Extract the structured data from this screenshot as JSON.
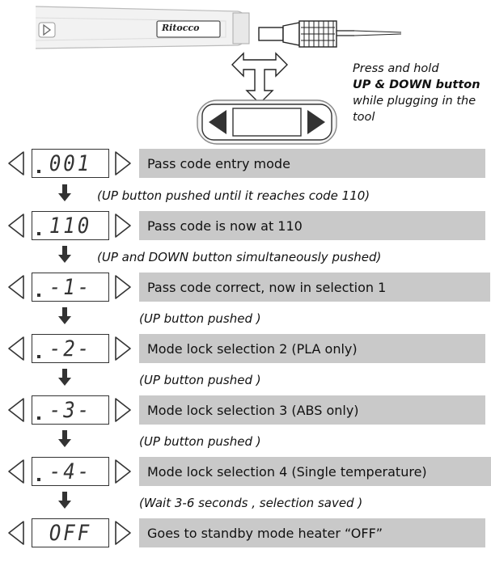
{
  "illustration": {
    "brand": "Ritocco",
    "instruction_line1": "Press and hold",
    "instruction_bold": "UP & DOWN button",
    "instruction_rest": "while plugging in the tool"
  },
  "steps": [
    {
      "display": "001",
      "dot": true,
      "label": "Pass code entry mode",
      "note": "(UP button pushed until it reaches code 110)"
    },
    {
      "display": "110",
      "dot": true,
      "label": "Pass code is now at 110",
      "note": "(UP and DOWN button simultaneously pushed)"
    },
    {
      "display": "-1-",
      "dot": true,
      "label": "Pass code correct, now in selection 1",
      "note": "(UP button pushed )"
    },
    {
      "display": "-2-",
      "dot": true,
      "label": "Mode lock  selection 2 (PLA  only)",
      "note": "(UP button pushed )"
    },
    {
      "display": "-3-",
      "dot": true,
      "label": "Mode lock  selection 3 (ABS only)",
      "note": "(UP button pushed )"
    },
    {
      "display": "-4-",
      "dot": true,
      "label": "Mode lock  selection 4 (Single temperature)",
      "note": "(Wait 3-6 seconds , selection saved )"
    },
    {
      "display": "OFF",
      "dot": false,
      "label": "Goes to standby mode heater “OFF”",
      "note": ""
    }
  ]
}
